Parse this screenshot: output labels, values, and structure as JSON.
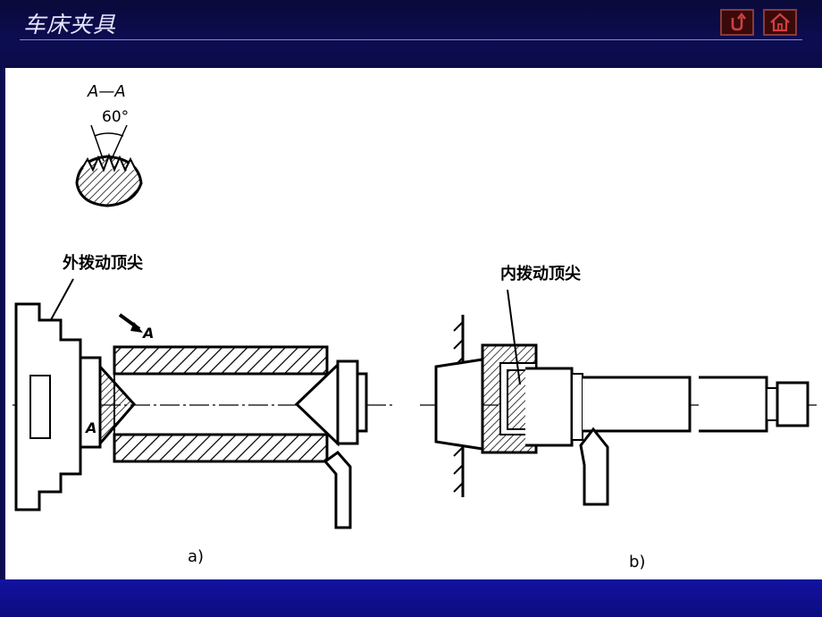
{
  "header": {
    "title": "车床夹具",
    "buttons": [
      {
        "name": "back",
        "icon": "return-arrow-icon"
      },
      {
        "name": "home",
        "icon": "home-icon"
      }
    ]
  },
  "diagram": {
    "section_label": "A—A",
    "angle_label": "60°",
    "label_a_outer": "外拨动顶尖",
    "label_b_inner": "内拨动顶尖",
    "arrow_label_a_top": "A",
    "arrow_label_a_bottom": "A",
    "caption_a": "a)",
    "caption_b": "b)"
  },
  "colors": {
    "header_bg": "#0c0c52",
    "footer_bg": "#1010a0",
    "button_border": "#8a3a3a",
    "button_icon": "#d04040"
  }
}
